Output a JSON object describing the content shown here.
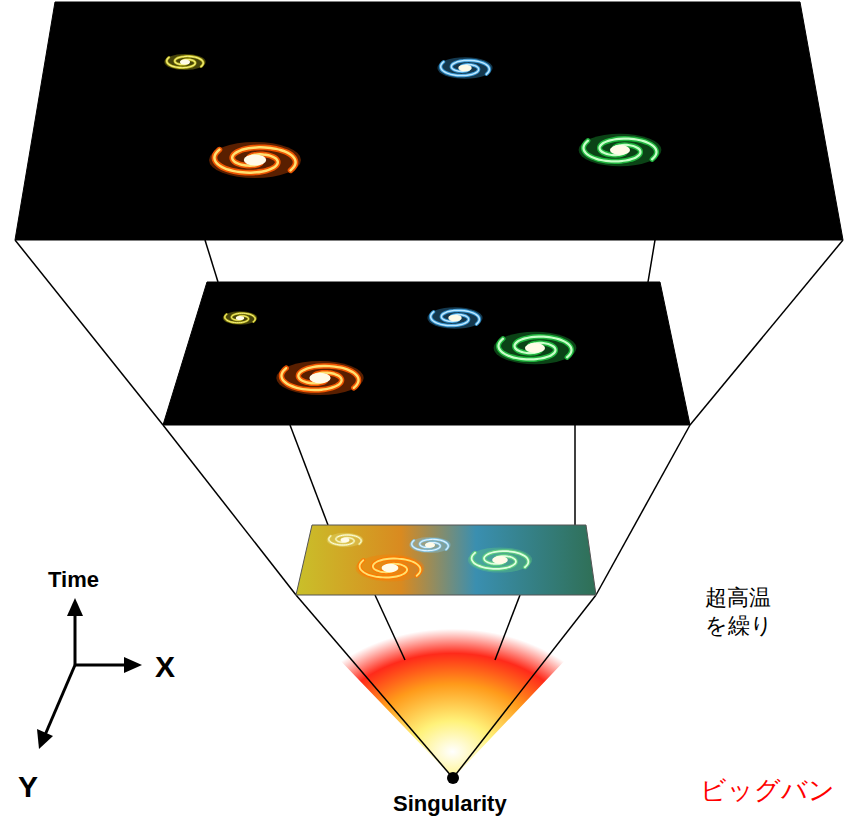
{
  "diagram": {
    "labels": [
      "Time",
      "X",
      "Y",
      "Singularity",
      "超高温",
      "を繰り",
      "ビッグバン"
    ]
  }
}
